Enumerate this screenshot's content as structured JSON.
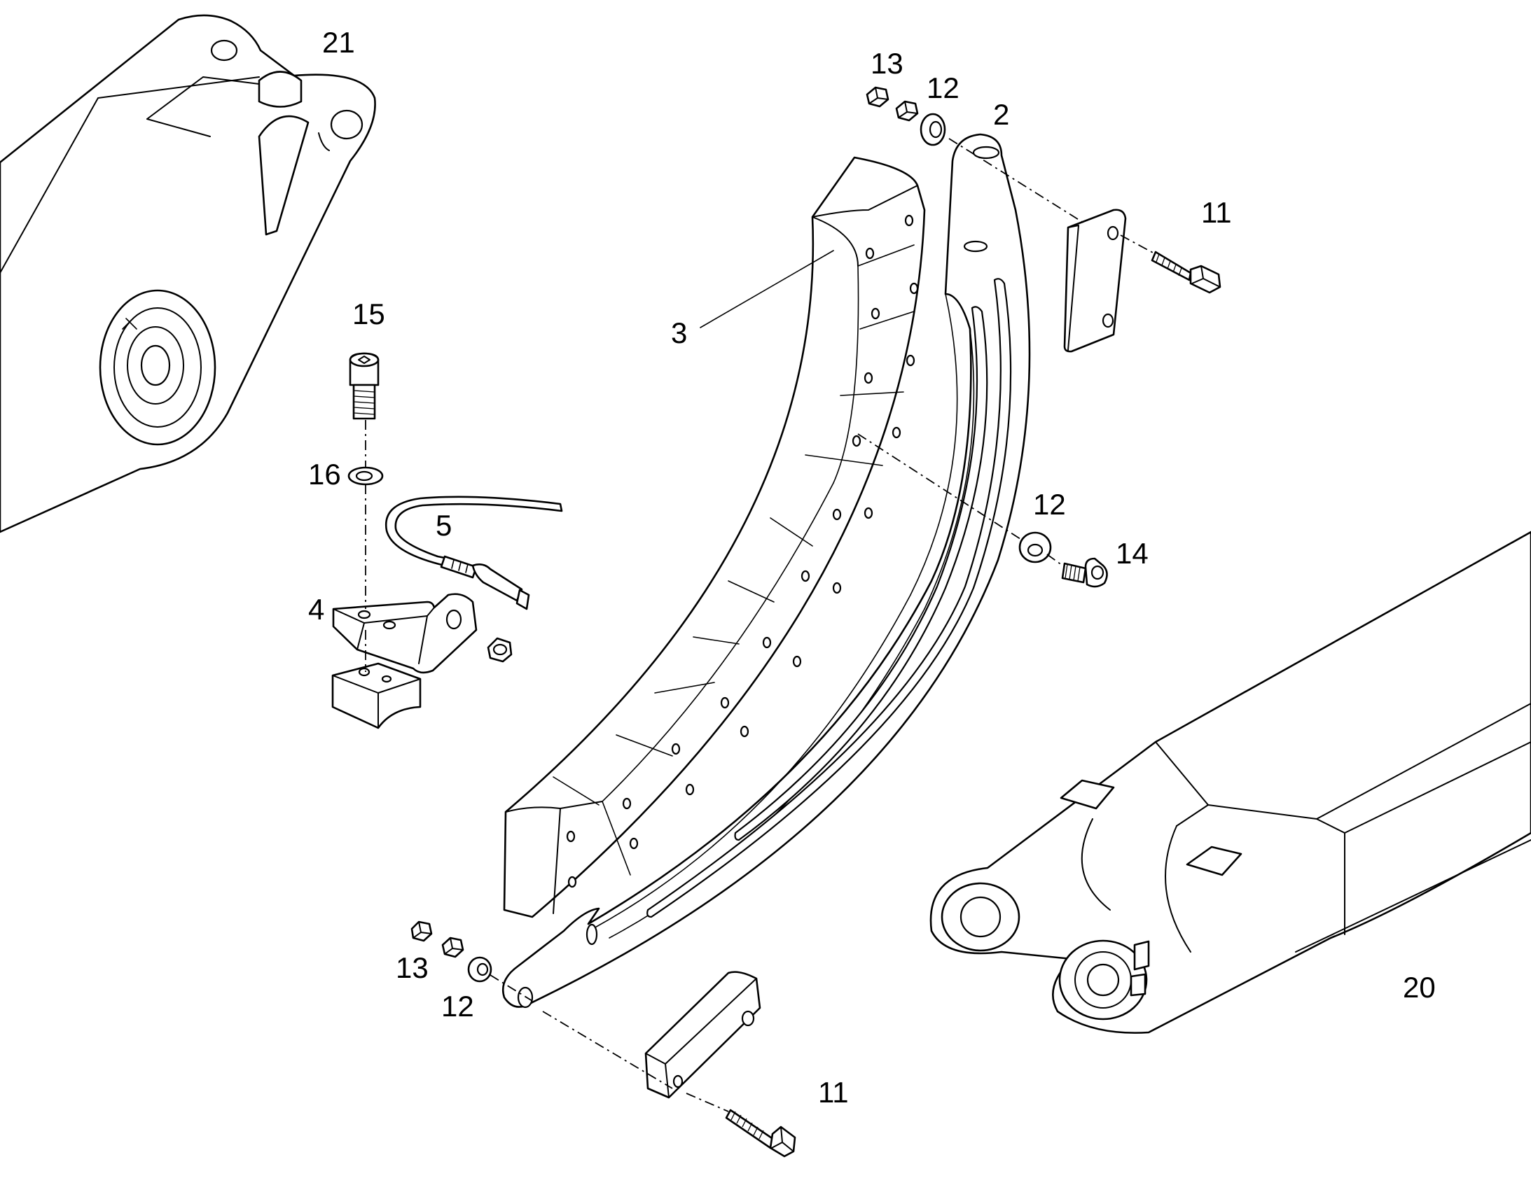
{
  "labels": {
    "p21": "21",
    "p13_top": "13",
    "p12_top": "12",
    "p2": "2",
    "p11_top": "11",
    "p15": "15",
    "p3": "3",
    "p16": "16",
    "p5": "5",
    "p12_mid": "12",
    "p14": "14",
    "p4": "4",
    "p13_bot": "13",
    "p12_bot": "12",
    "p11_bot": "11",
    "p20": "20"
  },
  "colors": {
    "line": "#000000",
    "background": "#ffffff"
  }
}
